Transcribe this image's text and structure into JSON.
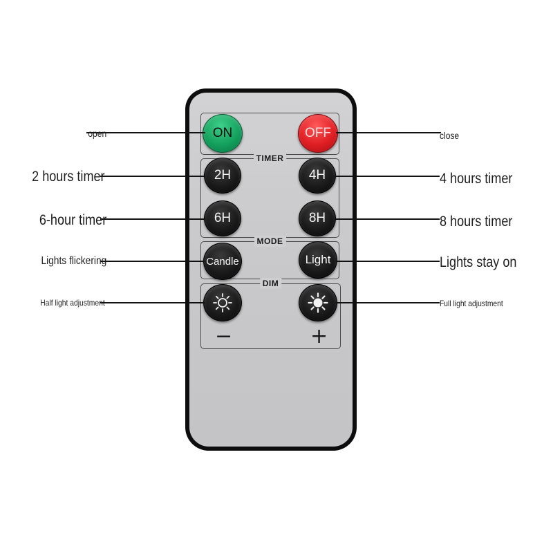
{
  "remote": {
    "panel_labels": {
      "timer": "TIMER",
      "mode": "MODE",
      "dim": "DIM"
    },
    "buttons": {
      "on": "ON",
      "off": "OFF",
      "two_h": "2H",
      "four_h": "4H",
      "six_h": "6H",
      "eight_h": "8H",
      "candle": "Candle",
      "light": "Light",
      "dim_minus_icon": "sun-dim-icon",
      "dim_plus_icon": "sun-bright-icon"
    },
    "dim_symbols": {
      "minus": "−",
      "plus": "+"
    },
    "colors": {
      "on_button": "#14a15e",
      "off_button": "#e01f24",
      "body": "#0d0d0d",
      "face": "#c9c9cb"
    }
  },
  "callouts": {
    "open": "open",
    "close": "close",
    "two_hours": "2 hours timer",
    "four_hours": "4 hours timer",
    "six_hour": "6-hour timer",
    "eight_hours": "8 hours timer",
    "flickering": "Lights flickering",
    "stay_on": "Lights stay on",
    "half_light": "Half light adjustment",
    "full_light": "Full light adjustment"
  }
}
